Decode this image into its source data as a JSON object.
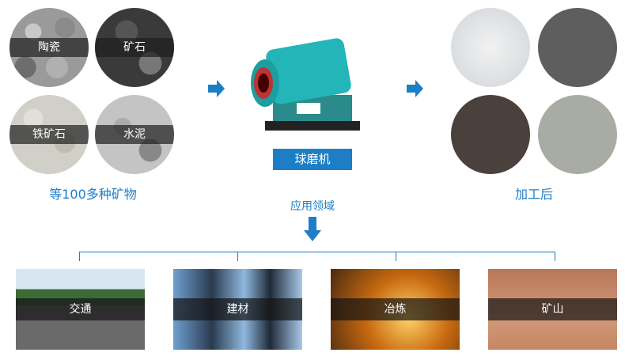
{
  "inputs": {
    "items": [
      "陶瓷",
      "矿石",
      "铁矿石",
      "水泥"
    ],
    "caption": "等100多种矿物"
  },
  "machine": {
    "label": "球磨机"
  },
  "outputs": {
    "caption": "加工后"
  },
  "applications": {
    "title": "应用领域",
    "items": [
      "交通",
      "建材",
      "冶炼",
      "矿山"
    ]
  },
  "colors": {
    "accent": "#1d7ec5"
  }
}
